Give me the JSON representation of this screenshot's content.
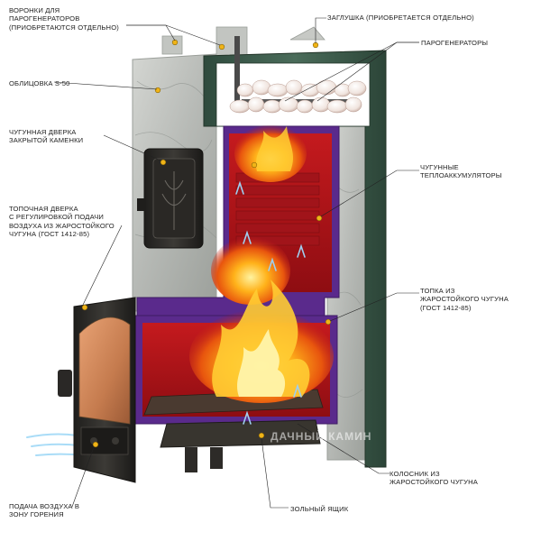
{
  "labels": {
    "funnels": [
      "ВОРОНКИ ДЛЯ",
      "ПАРОГЕНЕРАТОРОВ",
      "(ПРИОБРЕТАЮТСЯ ОТДЕЛЬНО)"
    ],
    "plug": [
      "ЗАГЛУШКА (ПРИОБРЕТАЕТСЯ ОТДЕЛЬНО)"
    ],
    "steam_generators": [
      "ПАРОГЕНЕРАТОРЫ"
    ],
    "cladding": [
      "ОБЛИЦОВКА S-50"
    ],
    "heater_door": [
      "ЧУГУННАЯ ДВЕРКА",
      "ЗАКРЫТОЙ КАМЕНКИ"
    ],
    "heat_accumulators": [
      "ЧУГУННЫЕ",
      "ТЕПЛОАККУМУЛЯТОРЫ"
    ],
    "firebox_door": [
      "ТОПОЧНАЯ ДВЕРКА",
      "С РЕГУЛИРОВКОЙ ПОДАЧИ",
      "ВОЗДУХА ИЗ ЖАРОСТОЙКОГО",
      "ЧУГУНА (ГОСТ 1412-85)"
    ],
    "firebox": [
      "ТОПКА ИЗ",
      "ЖАРОСТОЙКОГО ЧУГУНА",
      "(ГОСТ 1412-85)"
    ],
    "grate": [
      "КОЛОСНИК ИЗ",
      "ЖАРОСТОЙКОГО ЧУГУНА"
    ],
    "ash_box": [
      "ЗОЛЬНЫЙ ЯЩИК"
    ],
    "air_supply": [
      "ПОДАЧА ВОЗДУХА В",
      "ЗОНУ ГОРЕНИЯ"
    ]
  },
  "watermark": "ДАЧНЫЙ КАМИН",
  "colors": {
    "stone": "#b9bcb8",
    "stone_dark": "#8d918d",
    "metal_green": "#3e5c4c",
    "firebox_red": "#b8141a",
    "firebox_purple": "#5a2a8c",
    "flame": "#ffb21a",
    "cast_iron": "#2c2b29",
    "door_glass": "#d08a5a",
    "marker": "#f0b418",
    "leader": "#222222"
  },
  "icons": [
    "marker-dot-icon",
    "air-flow-icon",
    "flame-icon"
  ]
}
